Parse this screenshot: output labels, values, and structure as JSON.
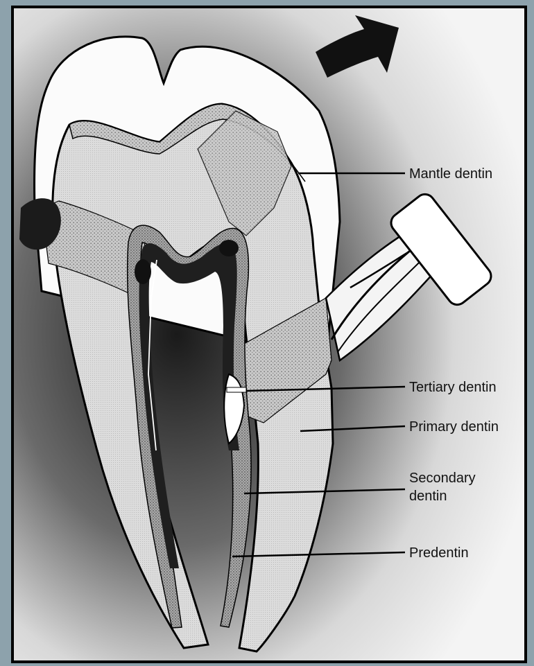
{
  "labels": {
    "mantle": "Mantle dentin",
    "tertiary": "Tertiary dentin",
    "primary": "Primary dentin",
    "secondary_line1": "Secondary",
    "secondary_line2": "dentin",
    "predentin": "Predentin"
  },
  "colors": {
    "enamel": "#fbfbfb",
    "dentin": "#d6d6d6",
    "stipple": "#9a9a9a",
    "pulp": "#1f1f1f",
    "border": "#000000",
    "text": "#111111"
  },
  "icons": [
    "curved-arrow-icon",
    "cavity-preparation-icon",
    "dental-bur-icon"
  ]
}
